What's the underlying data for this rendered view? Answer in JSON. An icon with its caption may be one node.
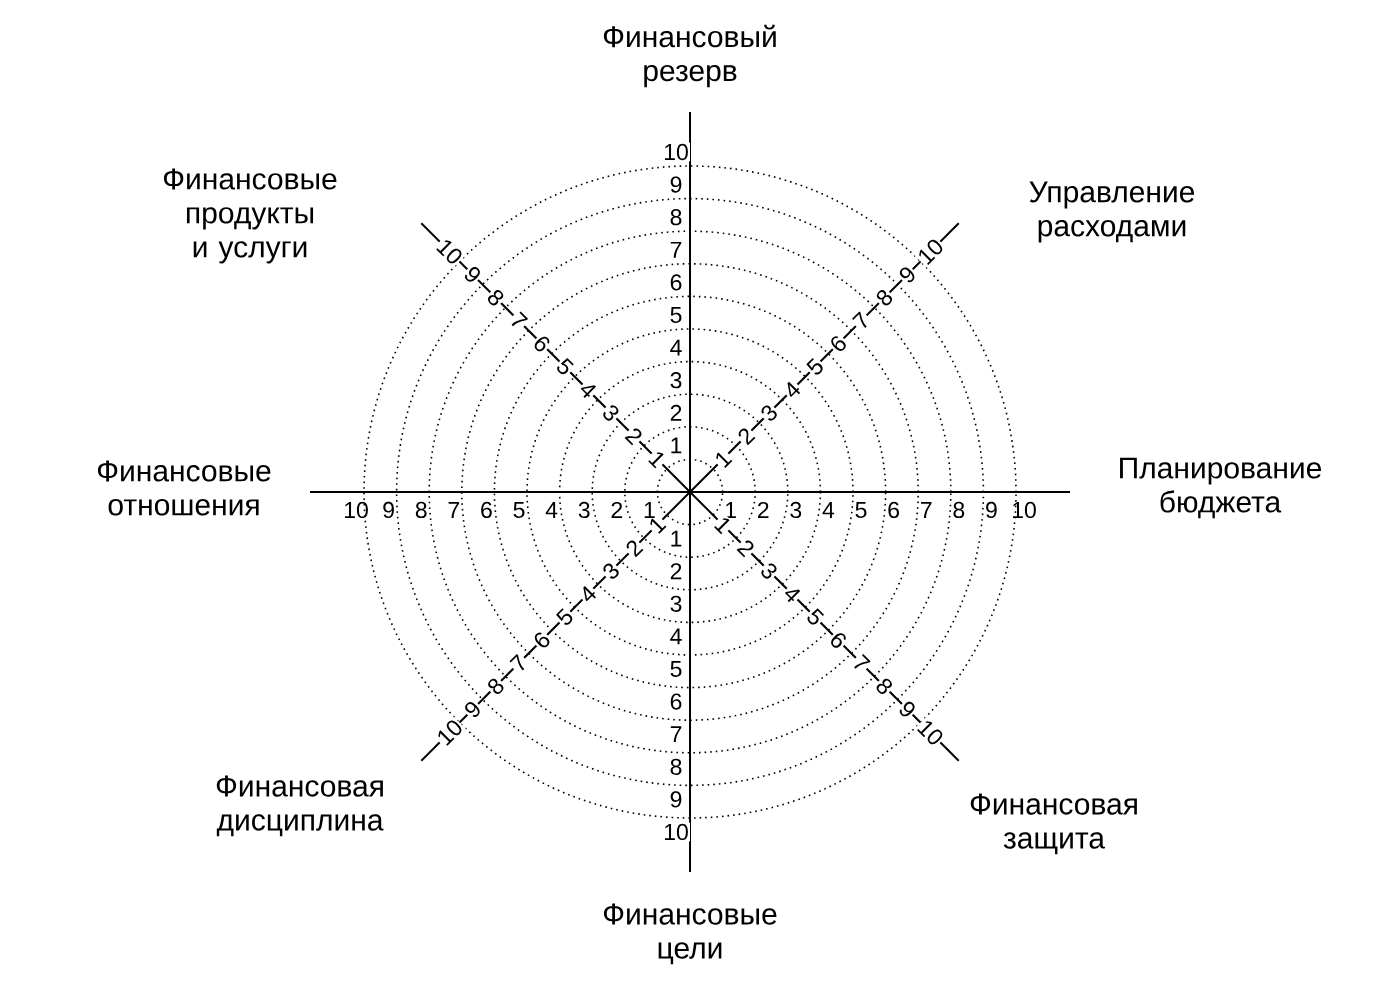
{
  "diagram": {
    "labels": [
      "Финансовый резерв",
      "Финансовые продукты и услуги",
      "Управление расходами",
      "Финансовые отношения",
      "Планирование бюджета",
      "Финансовая дисциплина",
      "Финансовая защита",
      "Финансовые цели",
      "1",
      "2",
      "3",
      "4",
      "5",
      "6",
      "7",
      "8",
      "9",
      "10",
      "1",
      "2",
      "3",
      "4",
      "5",
      "6",
      "7",
      "8",
      "9",
      "10",
      "1",
      "2",
      "3",
      "4",
      "5",
      "6",
      "7",
      "8",
      "9",
      "10",
      "1",
      "2",
      "3",
      "4",
      "5",
      "6",
      "7",
      "8",
      "9",
      "10",
      "1",
      "2",
      "3",
      "4",
      "5",
      "6",
      "7",
      "8",
      "9",
      "10",
      "1",
      "2",
      "3",
      "4",
      "5",
      "6",
      "7",
      "8",
      "9",
      "10",
      "1",
      "2",
      "3",
      "4",
      "5",
      "6",
      "7",
      "8",
      "9",
      "10",
      "1",
      "2",
      "3",
      "4",
      "5",
      "6",
      "7",
      "8",
      "9",
      "10"
    ]
  }
}
